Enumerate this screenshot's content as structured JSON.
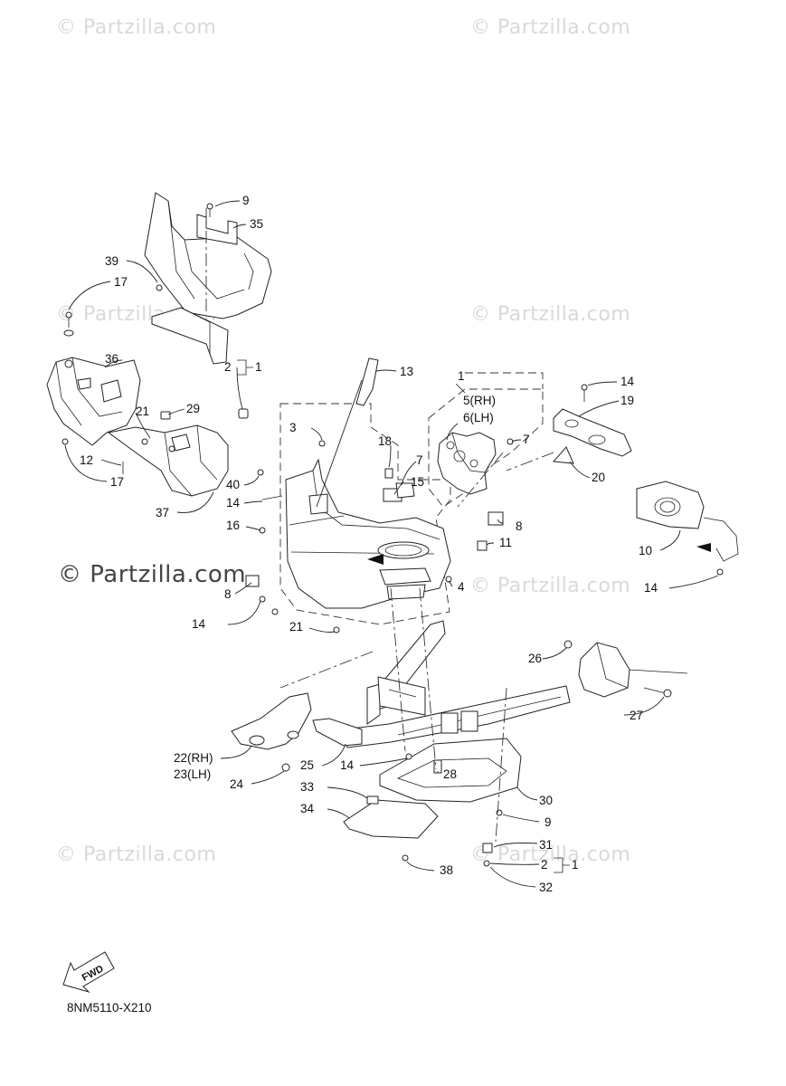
{
  "watermarks": [
    {
      "text": "© Partzilla.com",
      "style": "light"
    },
    {
      "text": "© Partzilla.com",
      "style": "light"
    },
    {
      "text": "© Partzilla.com",
      "style": "light"
    },
    {
      "text": "© Partzilla.com",
      "style": "light"
    },
    {
      "text": "© Partzilla.com",
      "style": "main"
    },
    {
      "text": "© Partzilla.com",
      "style": "light"
    },
    {
      "text": "© Partzilla.com",
      "style": "light"
    },
    {
      "text": "© Partzilla.com",
      "style": "light"
    }
  ],
  "labels": {
    "l1a": "1",
    "l1b": "1",
    "l1c": "1",
    "l2a": "2",
    "l2b": "2",
    "l3": "3",
    "l4": "4",
    "l5": "5(RH)",
    "l6": "6(LH)",
    "l7a": "7",
    "l7b": "7",
    "l8a": "8",
    "l8b": "8",
    "l9a": "9",
    "l9b": "9",
    "l10": "10",
    "l11": "11",
    "l12": "12",
    "l13": "13",
    "l14a": "14",
    "l14b": "14",
    "l14c": "14",
    "l14d": "14",
    "l14e": "14",
    "l15": "15",
    "l16": "16",
    "l17a": "17",
    "l17b": "17",
    "l18": "18",
    "l19": "19",
    "l20": "20",
    "l21a": "21",
    "l21b": "21",
    "l22": "22(RH)",
    "l23": "23(LH)",
    "l24": "24",
    "l25": "25",
    "l26": "26",
    "l27": "27",
    "l28": "28",
    "l29": "29",
    "l30": "30",
    "l31": "31",
    "l32": "32",
    "l33": "33",
    "l34": "34",
    "l35": "35",
    "l36": "36",
    "l37": "37",
    "l38": "38",
    "l39": "39",
    "l40": "40"
  },
  "fwd_label": "FWD",
  "drawing_code": "8NM5110-X210"
}
